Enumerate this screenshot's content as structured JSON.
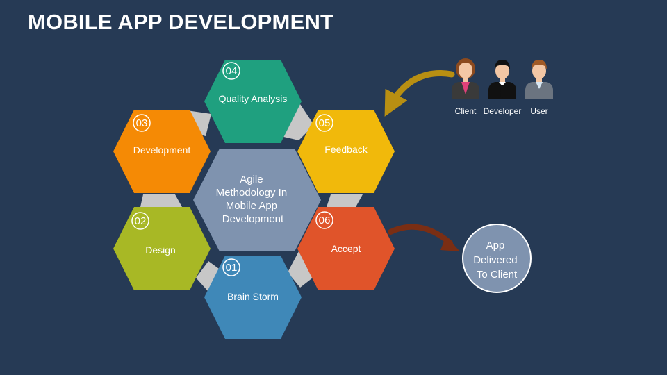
{
  "title": "MOBILE APP DEVELOPMENT",
  "center": {
    "lines": [
      "Agile",
      "Methodology In",
      "Mobile App",
      "Development"
    ]
  },
  "steps": [
    {
      "number": "01",
      "label": "Brain Storm"
    },
    {
      "number": "02",
      "label": "Design"
    },
    {
      "number": "03",
      "label": "Development"
    },
    {
      "number": "04",
      "label": "Quality Analysis"
    },
    {
      "number": "05",
      "label": "Feedback"
    },
    {
      "number": "06",
      "label": "Accept"
    }
  ],
  "people": [
    {
      "label": "Client",
      "icon": "female-user-icon"
    },
    {
      "label": "Developer",
      "icon": "developer-icon"
    },
    {
      "label": "User",
      "icon": "male-user-icon"
    }
  ],
  "delivered": {
    "lines": [
      "App",
      "Delivered",
      "To Client"
    ]
  },
  "colors": {
    "background": "#263a55",
    "center": "#7f93af",
    "brain_storm": "#3f88b8",
    "design": "#a8b825",
    "development": "#f58a05",
    "quality_analysis": "#1fa07f",
    "feedback": "#f1b90b",
    "accept": "#e0542a",
    "delivered": "#7f93af",
    "connector": "#c7c7c7",
    "feedback_arrow": "#b88f12",
    "delivery_arrow": "#7a2e14"
  }
}
